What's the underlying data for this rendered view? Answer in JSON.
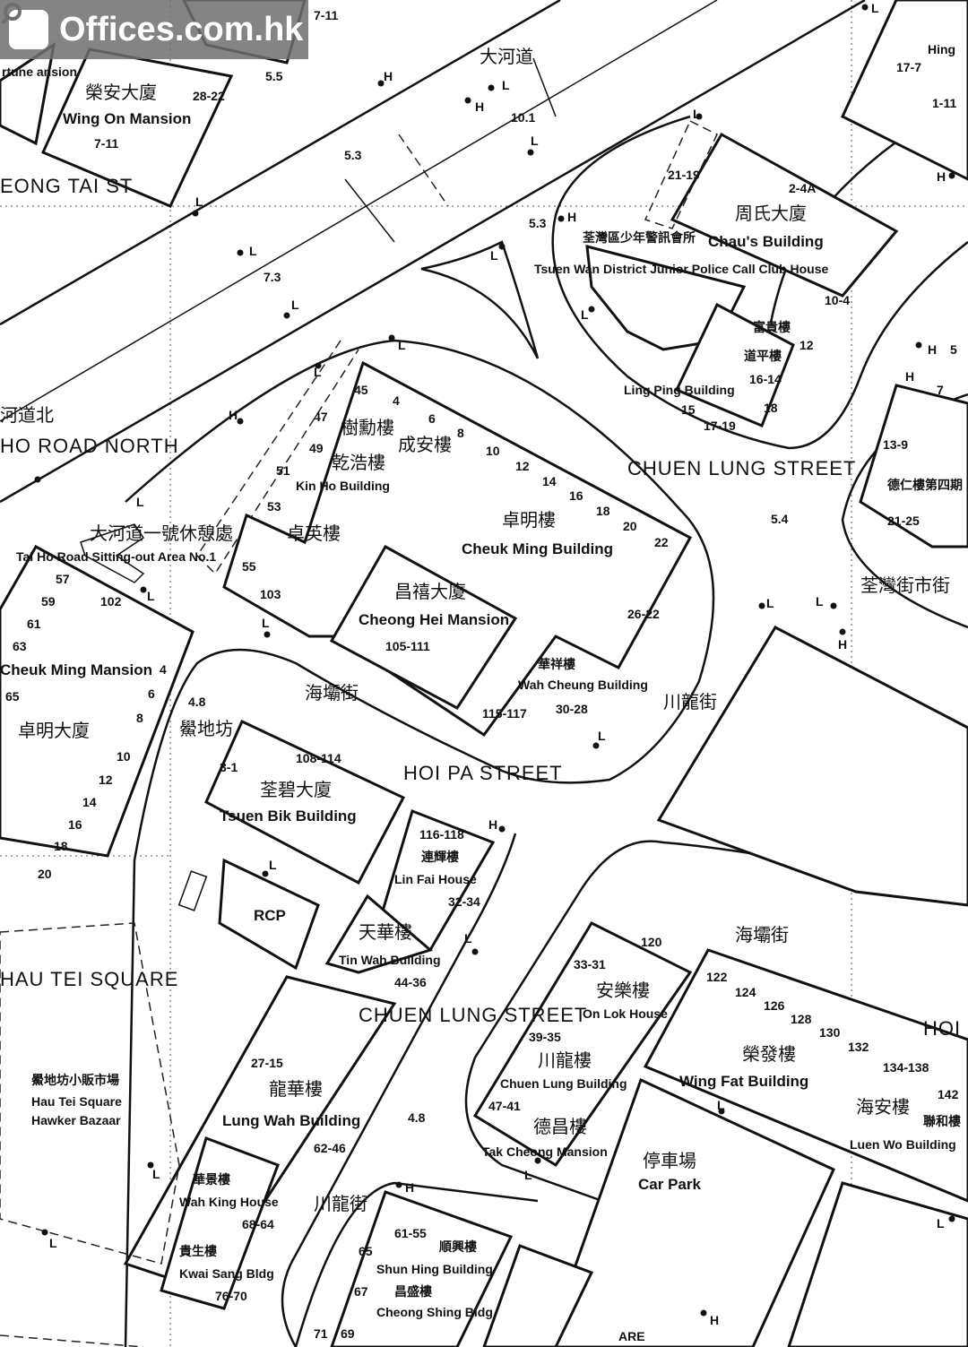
{
  "logo": {
    "text": "Offices.com.hk",
    "icon": "search-icon"
  },
  "streets": {
    "tai_ho_road_zh": "大河道",
    "tai_ho_road_north_en": "HO ROAD NORTH",
    "tai_ho_road_north_zh": "河道北",
    "sheung_tai_st": "EONG TAI ST",
    "chuen_lung_street_upper": "CHUEN LUNG STREET",
    "chuen_lung_street_lower": "CHUEN LUNG STREET",
    "chuen_lung_zh_1": "川龍街",
    "chuen_lung_zh_2": "川龍街",
    "hoi_pa_street": "HOI PA STREET",
    "hoi_pa_zh_1": "海壩街",
    "hoi_pa_zh_2": "海壩街",
    "hoi_right": "HOI",
    "hau_tei_square": "HAU TEI SQUARE",
    "hau_tei_zh": "鱟地坊",
    "tsuen_wan_market_zh": "荃灣街市街"
  },
  "buildings": {
    "wing_on_zh": "榮安大廈",
    "wing_on_en": "Wing On Mansion",
    "wing_on_num1": "28-22",
    "wing_on_num2": "7-11",
    "top_num": "7-11",
    "fortune_en": "rtune ansion",
    "chau_zh": "周氏大廈",
    "chau_en": "Chau's Building",
    "chau_num1": "2-4A",
    "chau_num2": "21-19",
    "chau_num3": "10-4",
    "police_zh": "荃灣區少年警訊會所",
    "police_en": "Tsuen Wan District Junior Police Call Club House",
    "fu_kwan_zh": "富貴樓",
    "num_12": "12",
    "tao_ping_zh": "道平樓",
    "num_16_14": "16-14",
    "num_18": "18",
    "ling_ping_en": "Ling Ping Building",
    "num_15": "15",
    "num_17_19": "17-19",
    "hing_en": "Hing",
    "hing_num1": "17-7",
    "hing_num2": "1-11",
    "sitting_out_zh": "大河道一號休憩處",
    "sitting_out_en": "Tai Ho Road Sitting-out Area No.1",
    "shu_fan_zh": "樹勳樓",
    "shing_on_zh": "成安樓",
    "kin_ho_zh": "乾浩樓",
    "kin_ho_en": "Kin Ho Building",
    "cheuk_ying_zh": "卓英樓",
    "cheuk_ming_zh": "卓明樓",
    "cheuk_ming_en": "Cheuk Ming Building",
    "nums_top": [
      "45",
      "4",
      "6",
      "8",
      "10",
      "12",
      "14",
      "16",
      "18",
      "20",
      "22"
    ],
    "nums_left": [
      "47",
      "49",
      "51",
      "53",
      "55",
      "103"
    ],
    "num_26_22": "26-22",
    "cheong_hei_zh": "昌禧大廈",
    "cheong_hei_en": "Cheong Hei Mansion",
    "cheong_hei_num": "105-111",
    "wah_cheung_zh": "華祥樓",
    "wah_cheung_en": "Wah Cheung Building",
    "wah_cheung_num1": "115-117",
    "wah_cheung_num2": "30-28",
    "tsuen_bik_zh": "荃碧大廈",
    "tsuen_bik_en": "Tsuen Bik Building",
    "tsuen_bik_num1": "108-114",
    "tsuen_bik_num2": "3-1",
    "lin_fai_zh": "連輝樓",
    "lin_fai_en": "Lin Fai House",
    "lin_fai_num1": "116-118",
    "lin_fai_num2": "32-34",
    "rcp": "RCP",
    "tin_wah_zh": "天華樓",
    "tin_wah_en": "Tin Wah Building",
    "tin_wah_num": "44-36",
    "lung_wah_zh": "龍華樓",
    "lung_wah_en": "Lung Wah Building",
    "lung_wah_num1": "27-15",
    "lung_wah_num2": "62-46",
    "wah_king_zh": "華景樓",
    "wah_king_en": "Wah King House",
    "wah_king_num": "68-64",
    "kwai_sang_zh": "貴生樓",
    "kwai_sang_en": "Kwai Sang Bldg",
    "kwai_sang_num": "76-70",
    "hawker_zh": "鱟地坊小販市場",
    "hawker_en1": "Hau Tei Square",
    "hawker_en2": "Hawker Bazaar",
    "left_cheuk_ming_zh": "卓明大廈",
    "left_cheuk_ming_en": "Cheuk Ming Mansion",
    "left_nums": [
      "57",
      "59",
      "61",
      "63",
      "65",
      "102",
      "4",
      "6",
      "8",
      "10",
      "12",
      "14",
      "16",
      "18",
      "20"
    ],
    "on_lok_zh": "安樂樓",
    "on_lok_en": "On Lok House",
    "on_lok_num1": "33-31",
    "on_lok_num2": "120",
    "chuen_lung_bldg_zh": "川龍樓",
    "chuen_lung_bldg_en": "Chuen Lung Building",
    "chuen_lung_num": "39-35",
    "cheong_tak_zh": "德昌樓",
    "cheong_tak_en": "Tak Cheong Mansion",
    "cheong_tak_num": "47-41",
    "wing_fat_zh": "榮發樓",
    "wing_fat_en": "Wing Fat Building",
    "wing_fat_nums": [
      "122",
      "124",
      "126",
      "128",
      "130",
      "132",
      "134-138",
      "142"
    ],
    "hoi_on_zh": "海安樓",
    "luen_wo_zh": "聯和樓",
    "luen_wo_en": "Luen Wo Building",
    "tak_yan_zh": "德仁樓第四期",
    "tak_yan_num1": "13-9",
    "tak_yan_num2": "21-25",
    "tak_yan_nums": [
      "5",
      "7",
      "H"
    ],
    "car_park_zh": "停車場",
    "car_park_en": "Car Park",
    "shun_hing_zh": "順興樓",
    "shun_hing_en": "Shun Hing Building",
    "shun_hing_num": "61-55",
    "cheong_shing_zh": "昌盛樓",
    "cheong_shing_en": "Cheong Shing Bldg",
    "cs_nums": [
      "67",
      "65",
      "69",
      "71"
    ],
    "are": "ARE"
  },
  "spot_heights": [
    "5.5",
    "10.1",
    "5.3",
    "5.3",
    "7.3",
    "5.4",
    "4.8",
    "4.8"
  ],
  "markers": {
    "lamp": "L",
    "hydrant": "H"
  }
}
